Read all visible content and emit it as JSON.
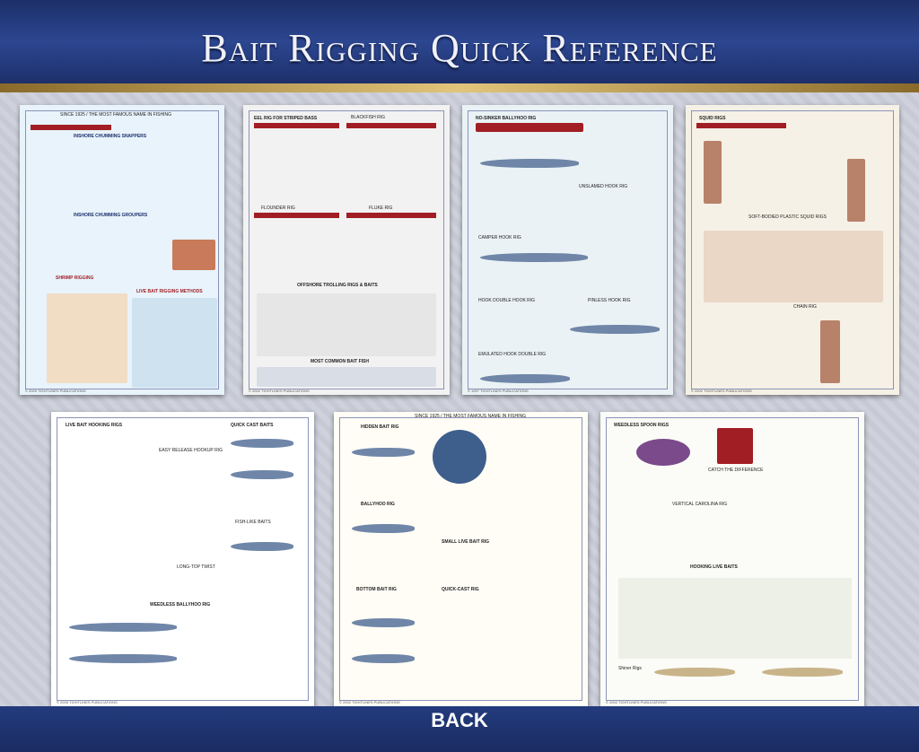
{
  "header": {
    "title": "Bait Rigging Quick Reference"
  },
  "footer": {
    "back_label": "BACK"
  },
  "cards": [
    {
      "id": "card-1",
      "heading": "SINCE 1925 / THE MOST FAMOUS NAME IN FISHING",
      "sections": [
        "INSHORE CHUMMING SNAPPERS",
        "INSHORE CHUMMING GROUPERS",
        "SHRIMP RIGGING",
        "LIVE BAIT RIGGING METHODS"
      ],
      "footer": "© 2009 TIGHTLINES PUBLICATIONS"
    },
    {
      "id": "card-2",
      "heading": "EEL RIG FOR STRIPED BASS",
      "sections": [
        "BLACKFISH RIG",
        "FLOUNDER RIG",
        "FLUKE RIG",
        "OFFSHORE TROLLING RIGS & BAITS",
        "MOST COMMON BAIT FISH"
      ],
      "footer": "© 2002 TIGHTLINES PUBLICATIONS"
    },
    {
      "id": "card-3",
      "heading": "NO-SINKER BALLYHOO RIG",
      "sections": [
        "UNSLAMED HOOK RIG",
        "CAMPER HOOK RIG",
        "HOOK DOUBLE HOOK RIG",
        "PINLESS HOOK RIG",
        "EMULATED HOOK DOUBLE RIG"
      ],
      "footer": "© 1997 TIGHTLINES PUBLICATIONS"
    },
    {
      "id": "card-4",
      "heading": "SQUID RIGS",
      "sections": [
        "SOFT-BODIED PLASTIC SQUID RIGS",
        "CHAIN RIG"
      ],
      "footer": "© 2002 TIGHTLINES PUBLICATIONS"
    },
    {
      "id": "card-5",
      "heading": "LIVE BAIT HOOKING RIGS",
      "sections": [
        "QUICK CAST BAITS",
        "EASY RELEASE HOOKUP RIG",
        "FISH-LIKE BAITS",
        "LONG-TOP TWIST",
        "WEEDLESS BALLYHOO RIG"
      ],
      "footer": "© 2005 TIGHTLINES PUBLICATIONS"
    },
    {
      "id": "card-6",
      "heading": "SINCE 1925 / THE MOST FAMOUS NAME IN FISHING",
      "sections": [
        "HIDDEN BAIT RIG",
        "BALLYHOO RIG",
        "SMALL LIVE BAIT RIG",
        "BOTTOM BAIT RIG",
        "QUICK-CAST RIG"
      ],
      "footer": "© 2002 TIGHTLINES PUBLICATIONS"
    },
    {
      "id": "card-7",
      "heading": "WEEDLESS SPOON RIGS",
      "sections": [
        "CATCH THE DIFFERENCE",
        "VERTICAL CAROLINA RIG",
        "HOOKING LIVE BAITS",
        "Shiner Rigs"
      ],
      "footer": "© 2002 TIGHTLINES PUBLICATIONS"
    }
  ],
  "colors": {
    "banner": "#2c4690",
    "accent_red": "#a11e24",
    "gold": "#e2c47a"
  }
}
